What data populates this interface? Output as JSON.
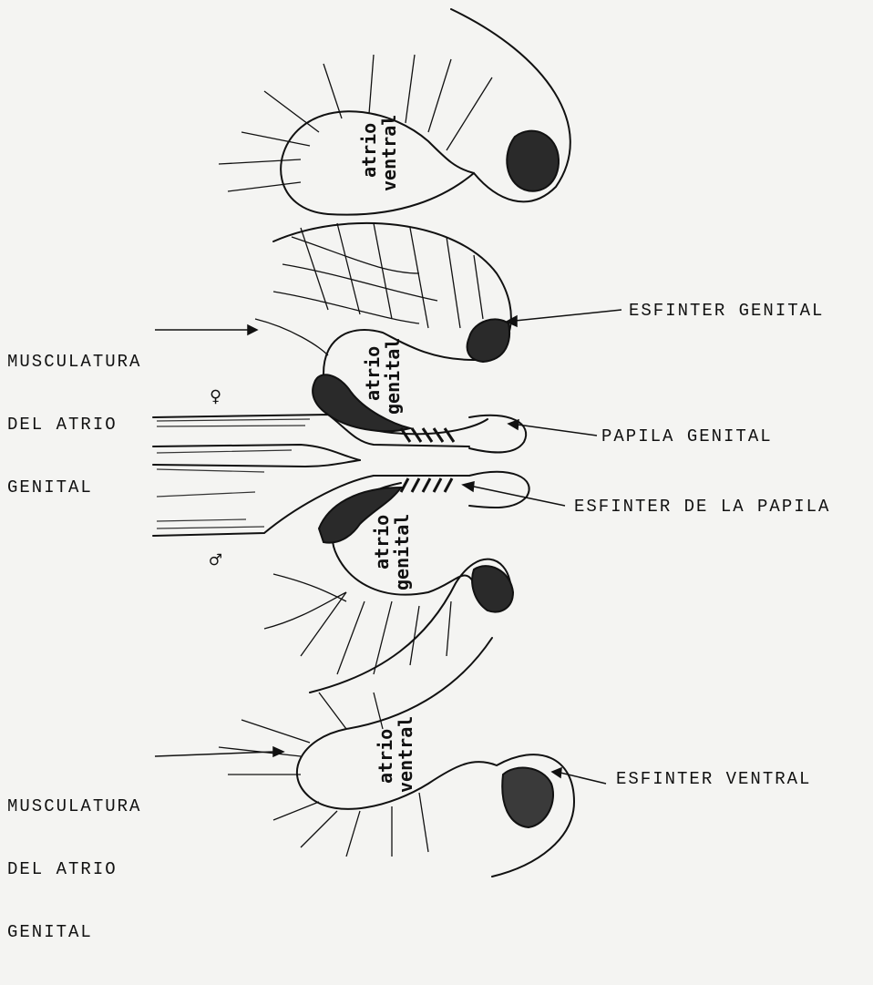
{
  "labels": {
    "musculatura_top": [
      "MUSCULATURA",
      "DEL ATRIO",
      "GENITAL"
    ],
    "musculatura_bottom": [
      "MUSCULATURA",
      "DEL ATRIO",
      "GENITAL"
    ],
    "esfinter_genital": "ESFINTER GENITAL",
    "papila_genital": "PAPILA GENITAL",
    "esfinter_papila": "ESFINTER DE LA PAPILA",
    "esfinter_ventral": "ESFINTER VENTRAL"
  },
  "inner_labels": {
    "atrio_ventral_top": [
      "atrio",
      "ventral"
    ],
    "atrio_genital_top": [
      "atrio",
      "genital"
    ],
    "atrio_genital_bottom": [
      "atrio",
      "genital"
    ],
    "atrio_ventral_bottom": [
      "atrio",
      "ventral"
    ]
  },
  "symbols": {
    "female": "♀",
    "male": "♂"
  },
  "colors": {
    "ink": "#111111",
    "paper": "#f4f4f2"
  }
}
